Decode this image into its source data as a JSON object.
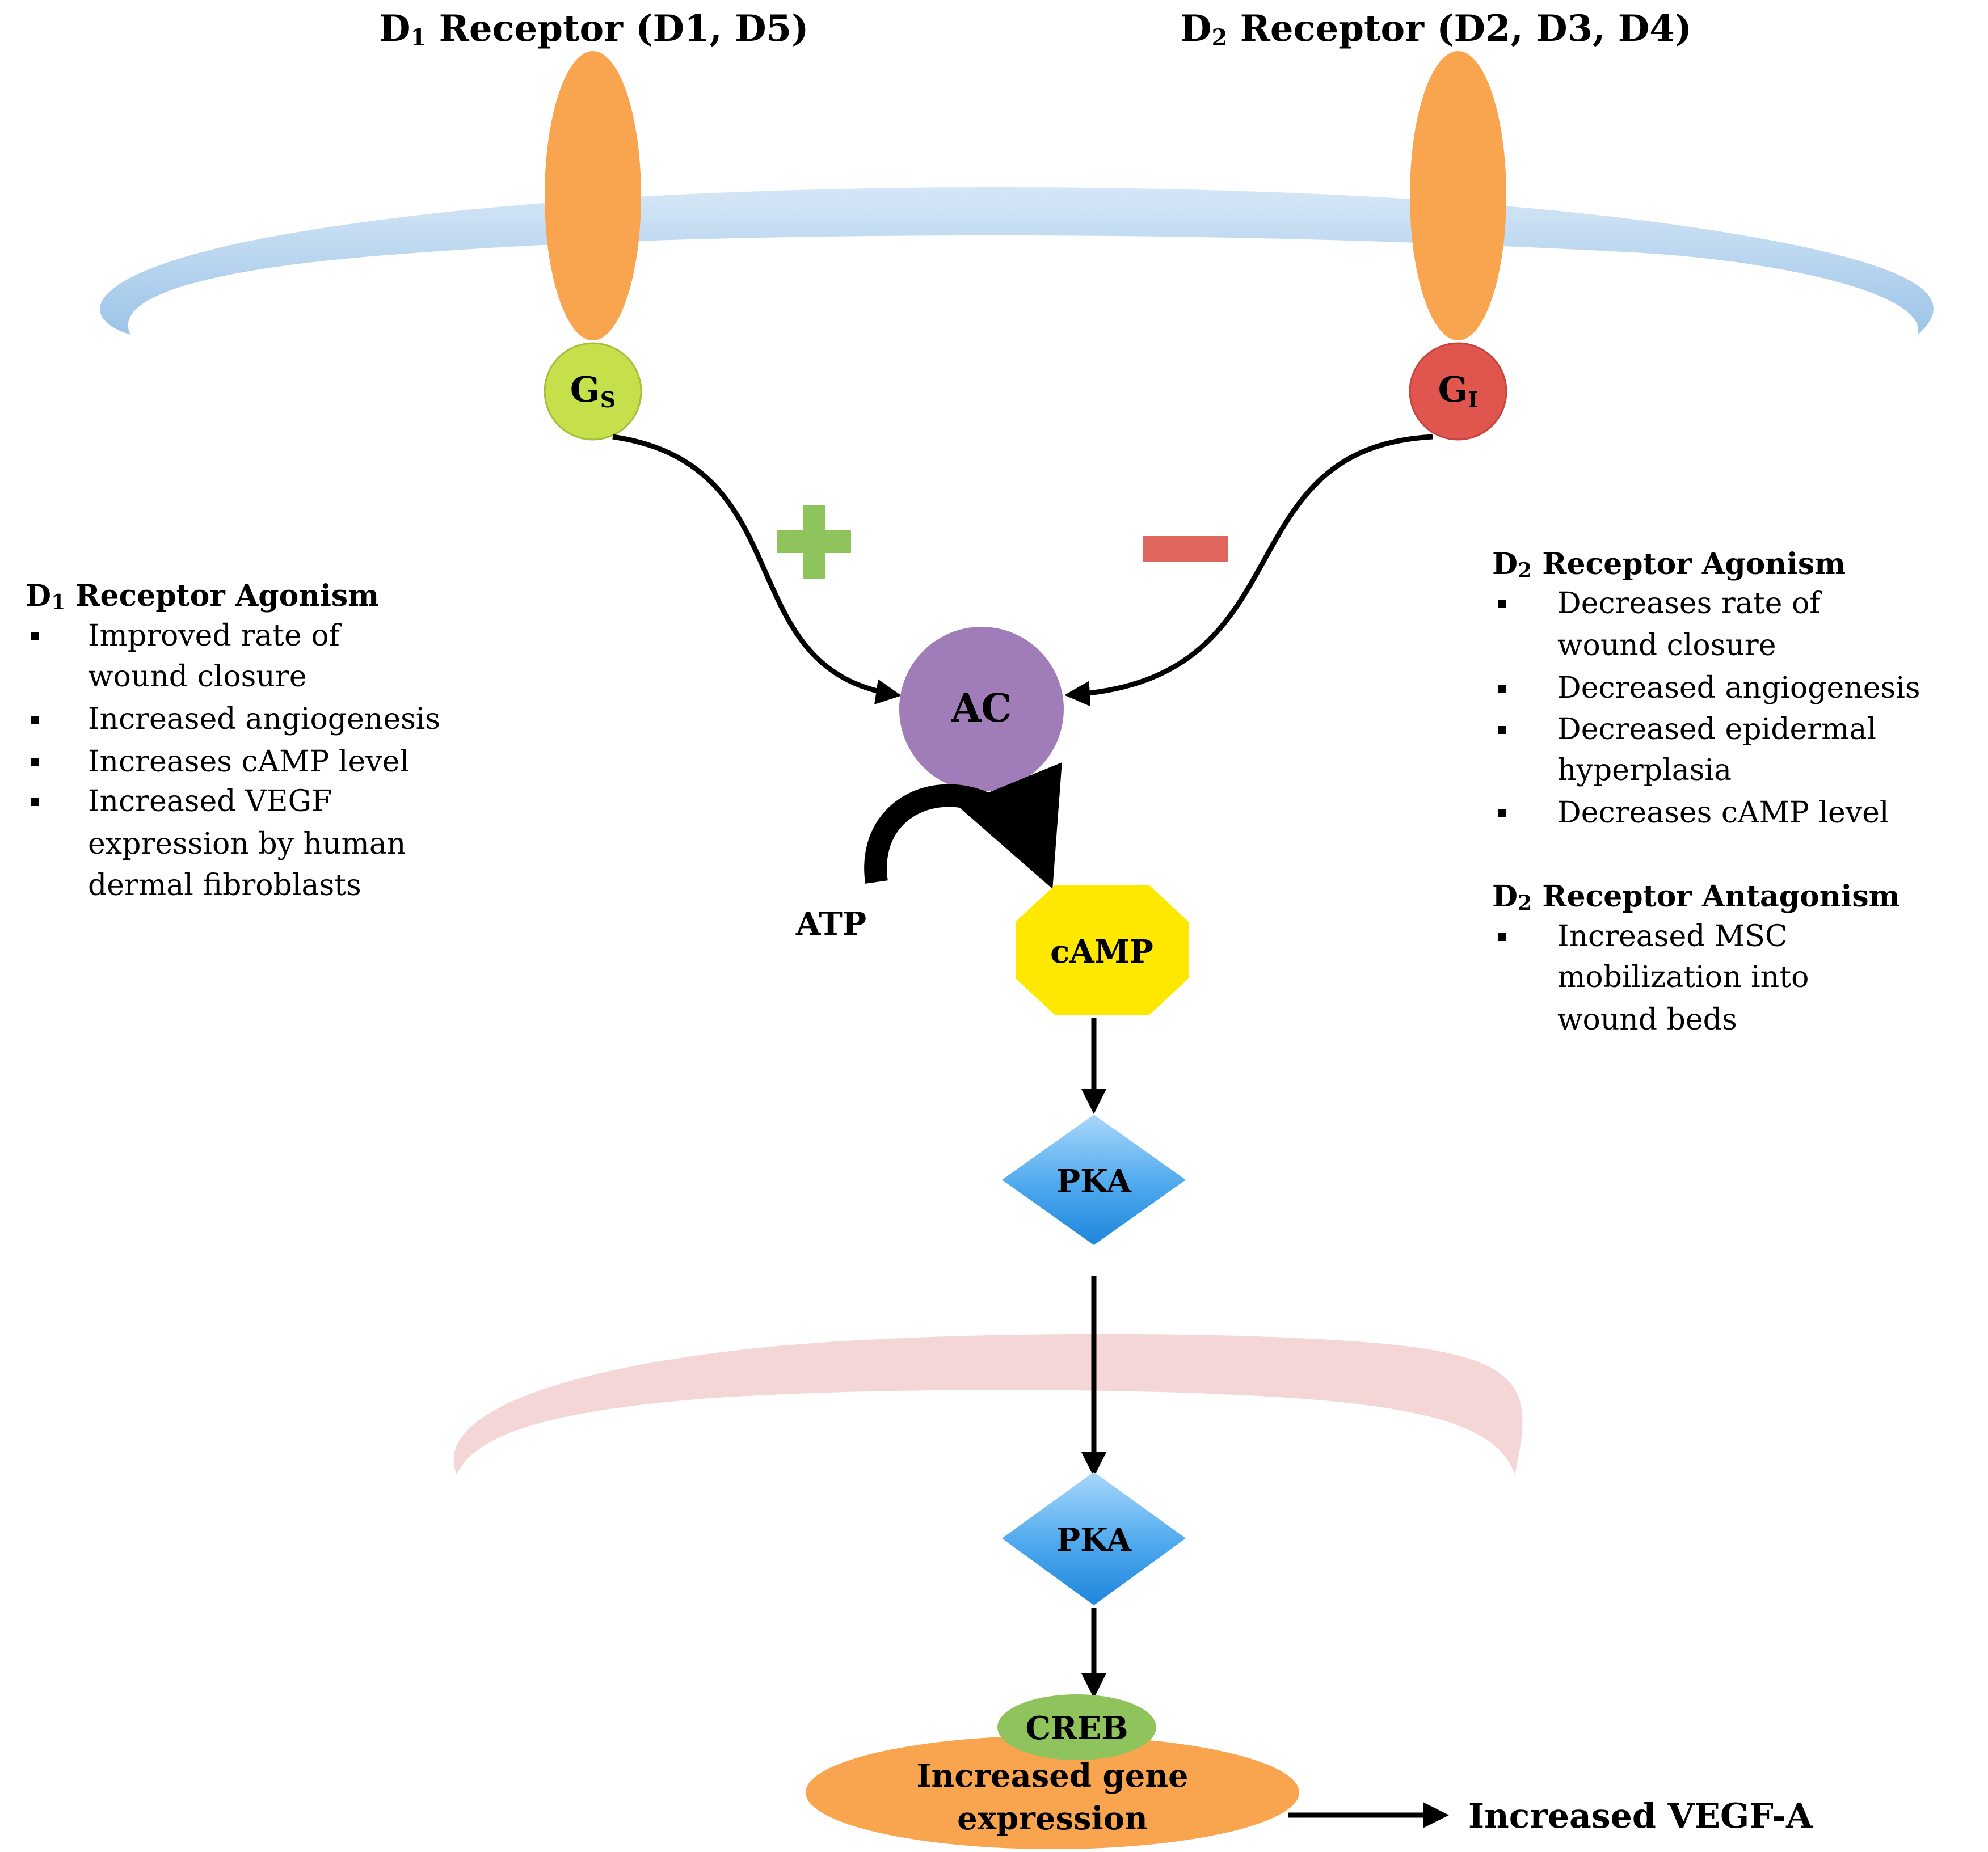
{
  "titles": {
    "d1": {
      "prefix": "D",
      "sub": "1",
      "rest": " Receptor (D1, D5)"
    },
    "d2": {
      "prefix": "D",
      "sub": "2",
      "rest": " Receptor (D2, D3, D4)"
    }
  },
  "nodes": {
    "gs": {
      "main": "G",
      "sub": "S"
    },
    "gi": {
      "main": "G",
      "sub": "I"
    },
    "ac": "AC",
    "atp": "ATP",
    "camp": "cAMP",
    "pka_upper": "PKA",
    "pka_lower": "PKA",
    "creb": "CREB",
    "gene_expression": [
      "Increased gene",
      "expression"
    ],
    "vegf": "Increased VEGF-A"
  },
  "signs": {
    "plus": "+",
    "minus": "−"
  },
  "left_panel": {
    "heading": {
      "prefix": "D",
      "sub": "1",
      "rest": " Receptor Agonism"
    },
    "items": [
      [
        "Improved rate of",
        "wound closure"
      ],
      [
        "Increased angiogenesis"
      ],
      [
        "Increases cAMP level"
      ],
      [
        "Increased VEGF",
        "expression by human",
        "dermal fibroblasts"
      ]
    ]
  },
  "right_panel": {
    "heading": {
      "prefix": "D",
      "sub": "2",
      "rest": " Receptor Agonism"
    },
    "items": [
      [
        "Decreases rate of",
        "wound closure"
      ],
      [
        "Decreased angiogenesis"
      ],
      [
        "Decreased epidermal",
        "hyperplasia"
      ],
      [
        "Decreases cAMP level"
      ]
    ],
    "heading2": {
      "prefix": "D",
      "sub": "2",
      "rest": " Receptor Antagonism"
    },
    "items2": [
      [
        "Increased MSC",
        "mobilization into",
        "wound beds"
      ]
    ]
  },
  "colors": {
    "receptor": "#F9A54F",
    "cell_membrane": "#BCD6EE",
    "nuclear_membrane": "#F3CFCF",
    "gs": "#C6E04C",
    "gi": "#E0564F",
    "ac": "#A07CB8",
    "camp": "#FFE800",
    "pka": "#3F9FE8",
    "creb": "#8FC35C",
    "gene": "#F9A54F",
    "plus": "#8FC35C",
    "minus": "#E0665D"
  }
}
